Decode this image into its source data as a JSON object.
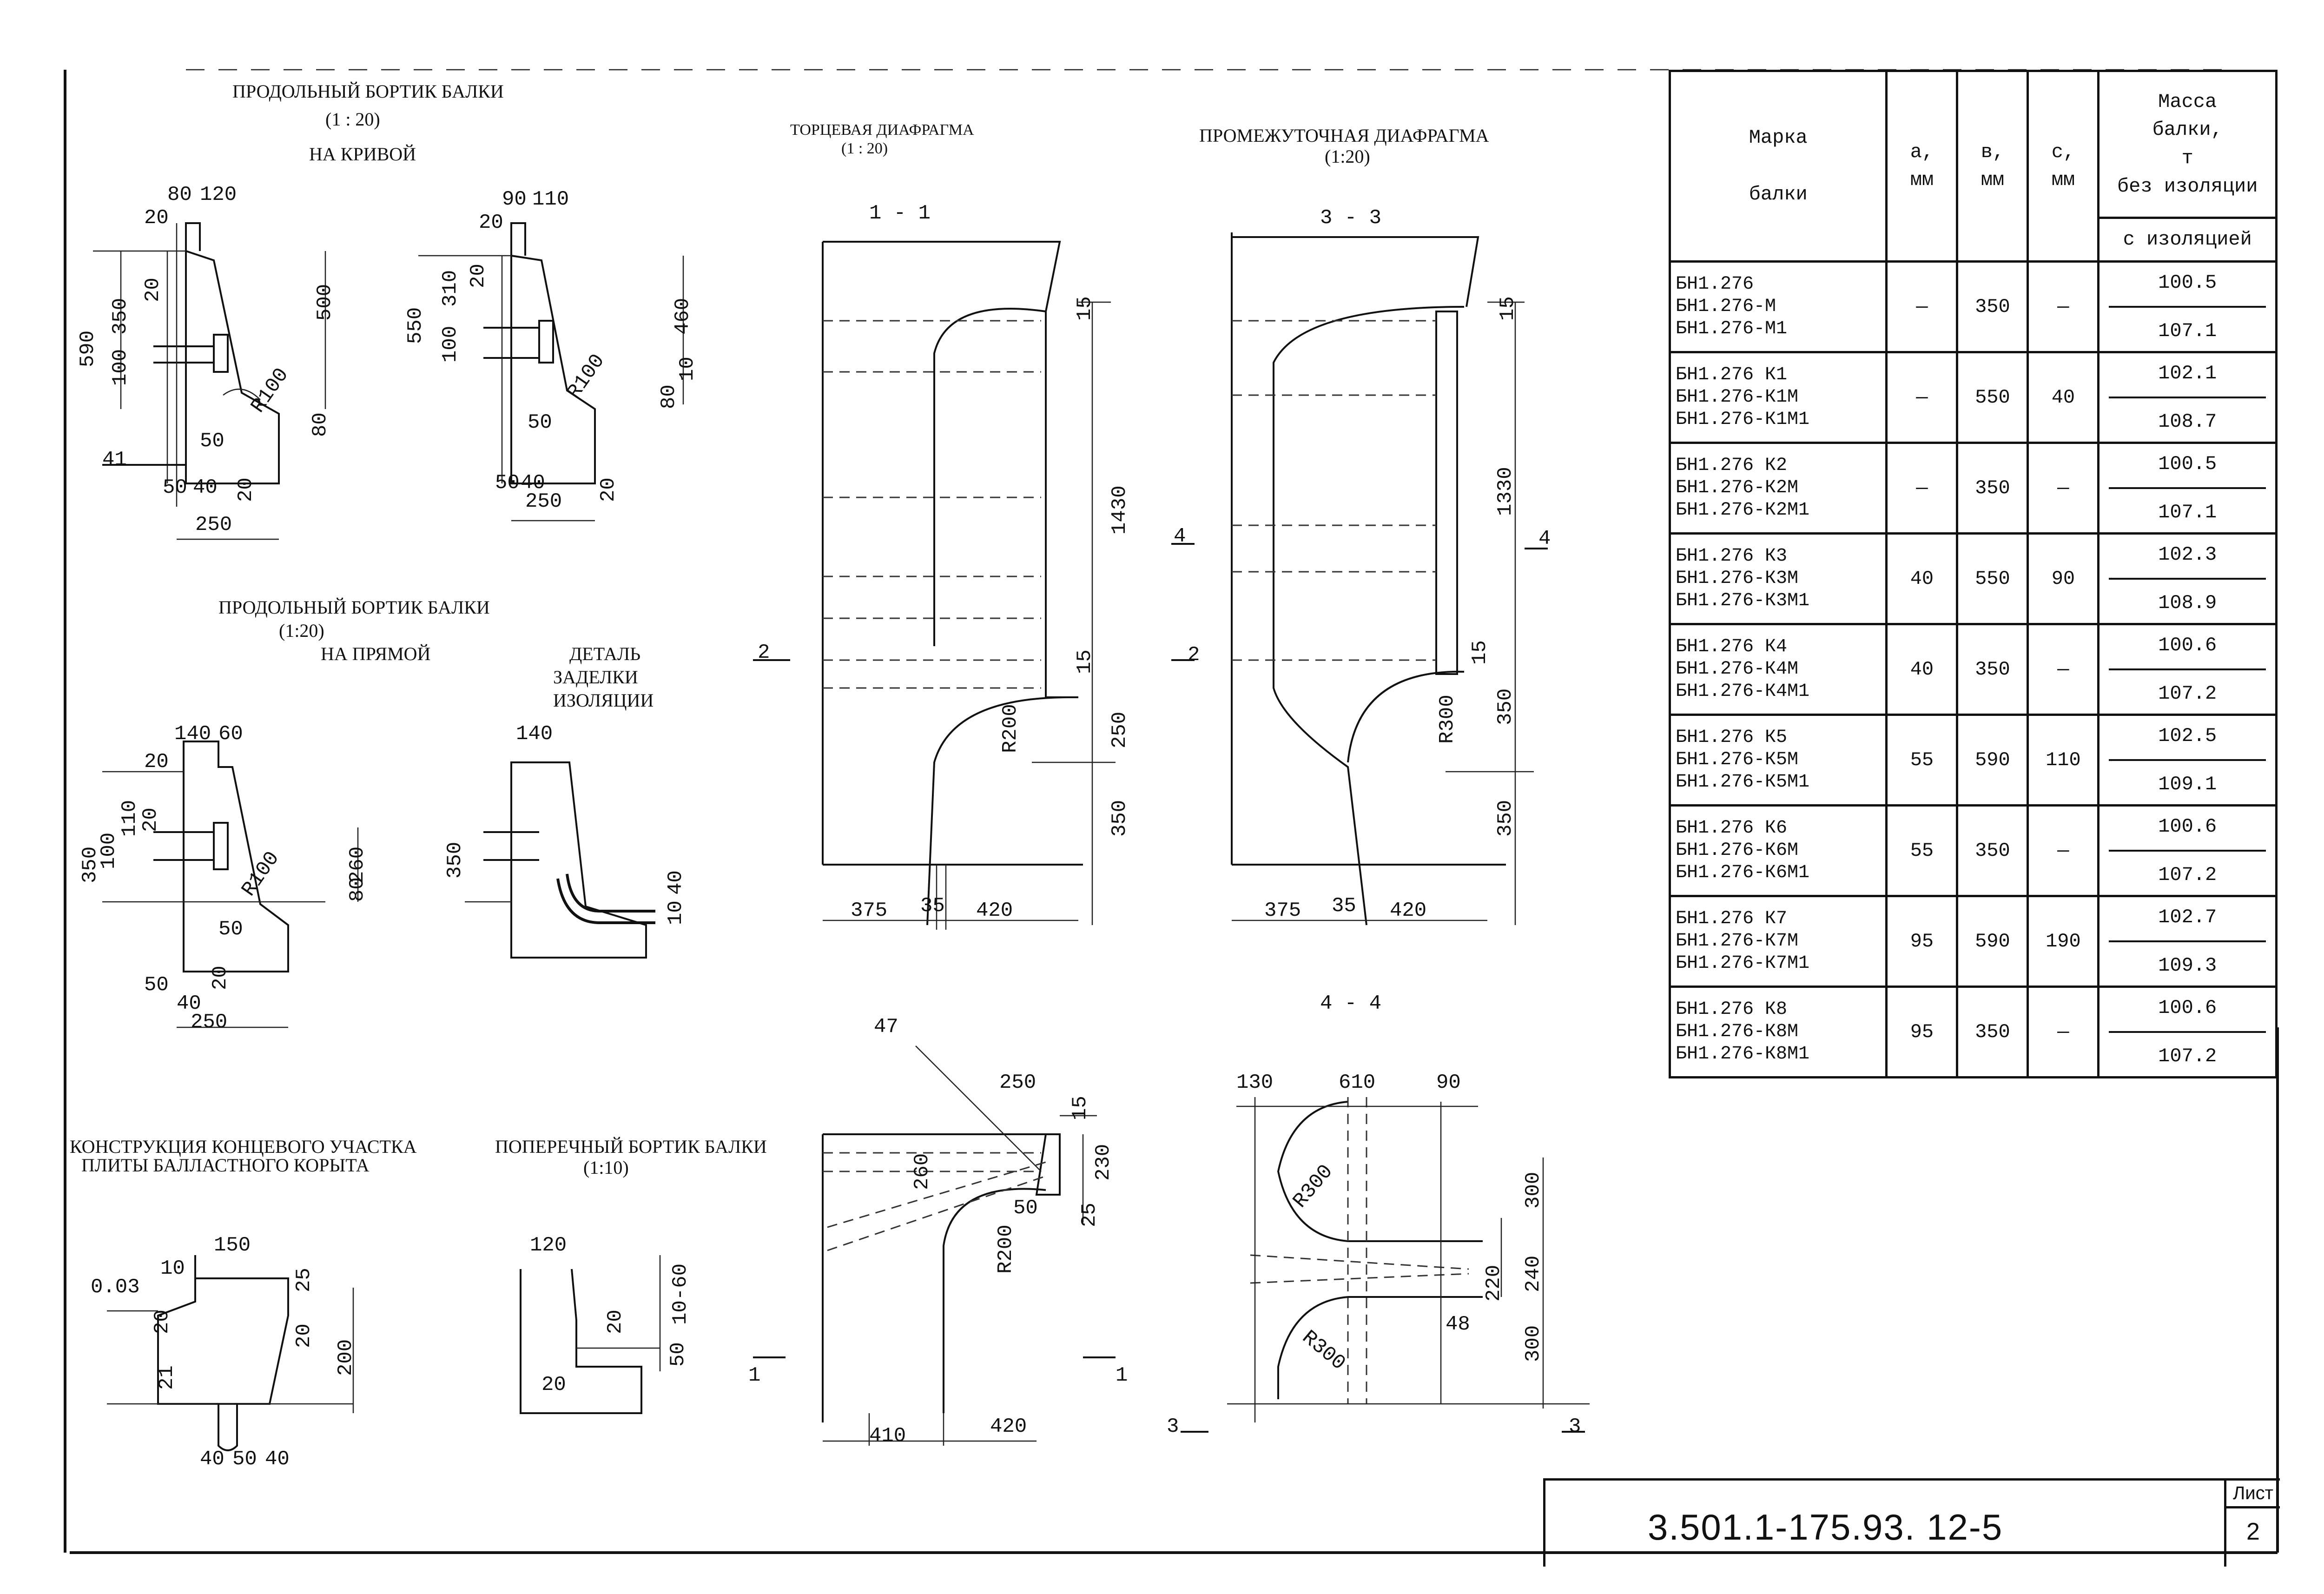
{
  "titles": {
    "curved_title": "ПРОДОЛЬНЫЙ БОРТИК БАЛКИ",
    "curved_scale": "(1 : 20)",
    "curved_sub": "НА КРИВОЙ",
    "straight_title": "ПРОДОЛЬНЫЙ БОРТИК БАЛКИ",
    "straight_scale": "(1:20)",
    "straight_sub": "НА ПРЯМОЙ",
    "detail_line1": "ДЕТАЛЬ",
    "detail_line2": "ЗАДЕЛКИ",
    "detail_line3": "ИЗОЛЯЦИИ",
    "end_title_line1": "КОНСТРУКЦИЯ КОНЦЕВОГО УЧАСТКА",
    "end_title_line2": "ПЛИТЫ БАЛЛАСТНОГО КОРЫТА",
    "transverse_title": "ПОПЕРЕЧНЫЙ БОРТИК БАЛКИ",
    "transverse_scale": "(1:10)",
    "end_diaphragm_title": "ТОРЦЕВАЯ ДИАФРАГМА",
    "end_diaphragm_scale": "(1 : 20)",
    "mid_diaphragm_title": "ПРОМЕЖУТОЧНАЯ ДИАФРАГМА",
    "mid_diaphragm_scale": "(1:20)"
  },
  "sections": {
    "s11": "1 - 1",
    "s33": "3 - 3",
    "s44": "4 - 4",
    "m1": "1",
    "m2": "2",
    "m3": "3",
    "m4": "4"
  },
  "dims": {
    "curved_a": [
      "80",
      "120",
      "20",
      "20",
      "350",
      "590",
      "100",
      "500",
      "R100",
      "41",
      "50",
      "80",
      "50",
      "40",
      "20",
      "250"
    ],
    "curved_b": [
      "90",
      "110",
      "20",
      "20",
      "310",
      "550",
      "100",
      "460",
      "R100",
      "80",
      "10",
      "50",
      "50",
      "40",
      "20",
      "250"
    ],
    "straight": [
      "140",
      "60",
      "20",
      "110",
      "100",
      "20",
      "350",
      "260",
      "R100",
      "80",
      "50",
      "50",
      "40",
      "20",
      "250"
    ],
    "detail": [
      "140",
      "350",
      "40",
      "10"
    ],
    "end_plate": [
      "150",
      "10",
      "0.03",
      "20",
      "25",
      "20",
      "200",
      "21",
      "40",
      "50",
      "40"
    ],
    "transverse": [
      "120",
      "10-60",
      "20",
      "50",
      "20"
    ],
    "diag11": [
      "15",
      "1430",
      "15",
      "R200",
      "250",
      "350",
      "375",
      "35",
      "420"
    ],
    "diag33": [
      "15",
      "1330",
      "15",
      "R300",
      "350",
      "350",
      "375",
      "35",
      "420"
    ],
    "diag_bottom_left": [
      "47",
      "250",
      "15",
      "260",
      "230",
      "R200",
      "50",
      "25",
      "410",
      "420"
    ],
    "diag44": [
      "130",
      "610",
      "90",
      "R300",
      "300",
      "220",
      "240",
      "300",
      "48",
      "R300"
    ]
  },
  "table": {
    "headers": {
      "mark": [
        "Марка",
        "балки"
      ],
      "a": [
        "а,",
        "мм"
      ],
      "b": [
        "в,",
        "мм"
      ],
      "c": [
        "с,",
        "мм"
      ],
      "mass": [
        "Масса",
        "балки,",
        "т",
        "без изоляции"
      ],
      "mass_iso": "с изоляцией"
    },
    "rows": [
      {
        "marks": [
          "БН1.276",
          "БН1.276-М",
          "БН1.276-М1"
        ],
        "a": "—",
        "b": "350",
        "c": "—",
        "m1": "100.5",
        "m2": "107.1"
      },
      {
        "marks": [
          "БН1.276 К1",
          "БН1.276-К1М",
          "БН1.276-К1М1"
        ],
        "a": "—",
        "b": "550",
        "c": "40",
        "m1": "102.1",
        "m2": "108.7"
      },
      {
        "marks": [
          "БН1.276 К2",
          "БН1.276-К2М",
          "БН1.276-К2М1"
        ],
        "a": "—",
        "b": "350",
        "c": "—",
        "m1": "100.5",
        "m2": "107.1"
      },
      {
        "marks": [
          "БН1.276 К3",
          "БН1.276-К3М",
          "БН1.276-К3М1"
        ],
        "a": "40",
        "b": "550",
        "c": "90",
        "m1": "102.3",
        "m2": "108.9"
      },
      {
        "marks": [
          "БН1.276 К4",
          "БН1.276-К4М",
          "БН1.276-К4М1"
        ],
        "a": "40",
        "b": "350",
        "c": "—",
        "m1": "100.6",
        "m2": "107.2"
      },
      {
        "marks": [
          "БН1.276 К5",
          "БН1.276-К5М",
          "БН1.276-К5М1"
        ],
        "a": "55",
        "b": "590",
        "c": "110",
        "m1": "102.5",
        "m2": "109.1"
      },
      {
        "marks": [
          "БН1.276 К6",
          "БН1.276-К6М",
          "БН1.276-К6М1"
        ],
        "a": "55",
        "b": "350",
        "c": "—",
        "m1": "100.6",
        "m2": "107.2"
      },
      {
        "marks": [
          "БН1.276 К7",
          "БН1.276-К7М",
          "БН1.276-К7М1"
        ],
        "a": "95",
        "b": "590",
        "c": "190",
        "m1": "102.7",
        "m2": "109.3"
      },
      {
        "marks": [
          "БН1.276 К8",
          "БН1.276-К8М",
          "БН1.276-К8М1"
        ],
        "a": "95",
        "b": "350",
        "c": "—",
        "m1": "100.6",
        "m2": "107.2"
      }
    ]
  },
  "stamp": {
    "code": "3.501.1-175.93.   12-5",
    "sheet_label": "Лист",
    "sheet_number": "2"
  }
}
